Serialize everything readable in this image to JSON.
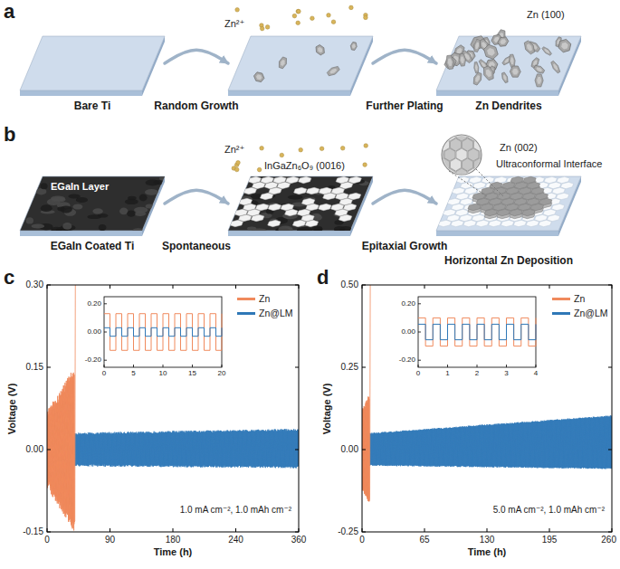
{
  "diagram": {
    "nodes": [
      {
        "text": [
          "Bare Ti"
        ]
      },
      {
        "text": [
          "Zn²⁺"
        ]
      },
      {
        "text": [
          "Zn (100)",
          "Zn Dendrites"
        ]
      },
      {
        "text": [
          "EGaIn Layer",
          "EGaIn Coated Ti"
        ]
      },
      {
        "text": [
          "Zn²⁺",
          "InGaZn₆O₉ (0016)"
        ]
      },
      {
        "text": [
          "Zn (002)",
          "Ultraconformal Interface",
          "Horizontal Zn Deposition"
        ]
      }
    ],
    "edges": [
      {
        "from": 0,
        "to": 1,
        "arrow": "to",
        "label": "Random Growth"
      },
      {
        "from": 1,
        "to": 2,
        "arrow": "to",
        "label": "Further Plating"
      },
      {
        "from": 3,
        "to": 4,
        "arrow": "to",
        "label": "Spontaneous"
      },
      {
        "from": 4,
        "to": 5,
        "arrow": "to",
        "label": "Epitaxial Growth"
      }
    ],
    "labels": [
      "a",
      "b",
      "c",
      "d",
      "0.30",
      "0.15",
      "0.00",
      "-0.15",
      "0",
      "90",
      "180",
      "240",
      "360",
      "Voltage (V)",
      "Time (h)",
      "1.0 mA cm⁻², 1.0 mAh cm⁻²",
      "0.20",
      "0.00",
      "-0.20",
      "0",
      "5",
      "10",
      "15",
      "20",
      "0.50",
      "0.25",
      "0.00",
      "-0.25",
      "0",
      "65",
      "130",
      "195",
      "260",
      "Voltage (V)",
      "Time (h)",
      "5.0 mA cm⁻², 1.0 mAh cm⁻²",
      "0.20",
      "0.00",
      "-0.20",
      "0",
      "1",
      "2",
      "3",
      "4"
    ],
    "legend": [
      {
        "text": "Zn",
        "color": "#f08a5d"
      },
      {
        "text": "Zn@LM",
        "color": "#2f78b7"
      },
      {
        "text": "Zn",
        "color": "#f08a5d"
      },
      {
        "text": "Zn@LM",
        "color": "#2f78b7"
      }
    ]
  }
}
